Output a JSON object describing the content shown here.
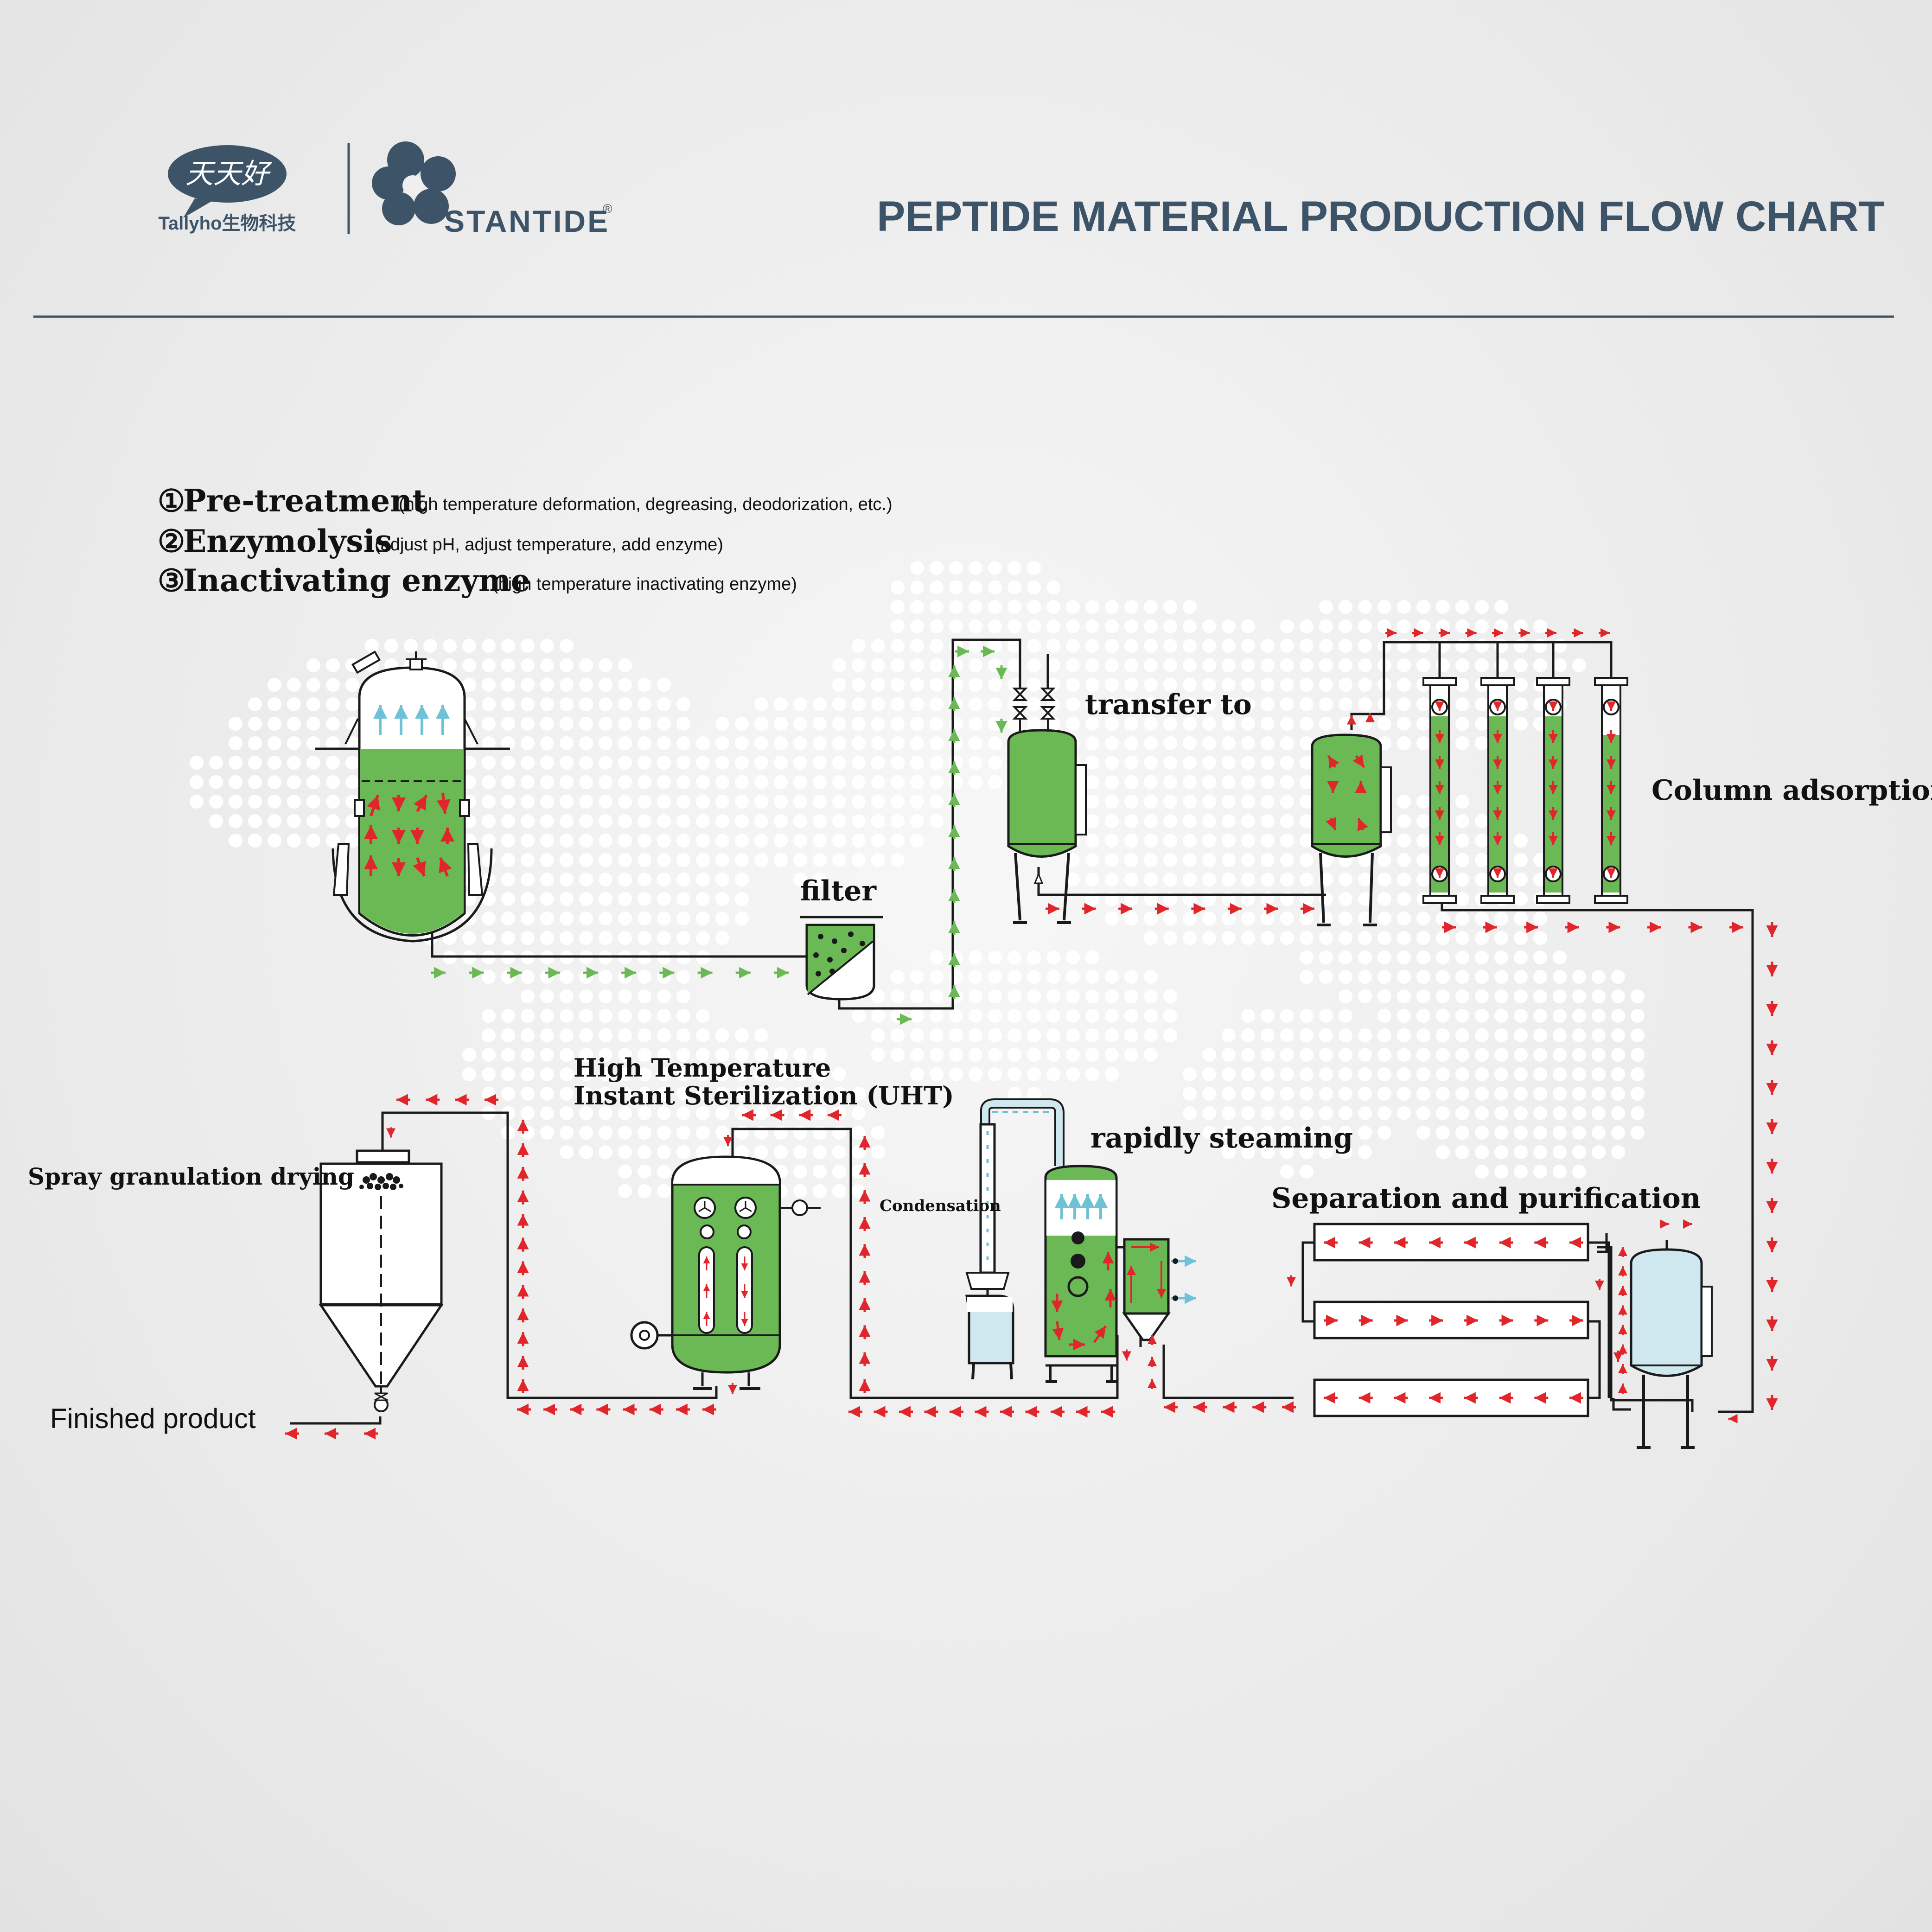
{
  "brand": {
    "logo1_text": "天天好",
    "logo1_sub": "Tallyho生物科技",
    "logo2_name": "STANTIDE",
    "logo2_mark": "®"
  },
  "header": {
    "title": "PEPTIDE MATERIAL PRODUCTION FLOW CHART"
  },
  "steps": [
    {
      "num": "①",
      "title": "Pre-treatment",
      "desc": "(high temperature deformation, degreasing, deodorization, etc.)"
    },
    {
      "num": "②",
      "title": "Enzymolysis",
      "desc": "(adjust pH, adjust temperature, add enzyme)"
    },
    {
      "num": "③",
      "title": "Inactivating  enzyme",
      "desc": "(high temperature inactivating enzyme)"
    }
  ],
  "labels": {
    "filter": "filter",
    "transfer": "transfer  to",
    "column": "Column  adsorption",
    "uht_line1": "High  Temperature",
    "uht_line2": "Instant  Sterilization  (UHT)",
    "steaming": "rapidly  steaming",
    "condensation": "Condensation",
    "separation": "Separation  and  purification",
    "spray": "Spray  granulation  drying",
    "finished": "Finished product"
  },
  "colors": {
    "title": "#3d5468",
    "accent": "#3d5468",
    "liquid_green": "#6bb955",
    "liquid_blue": "#cfe7ee",
    "arrow_red": "#e0262a",
    "arrow_green": "#6bb955",
    "arrow_blue": "#6fc2d6"
  }
}
